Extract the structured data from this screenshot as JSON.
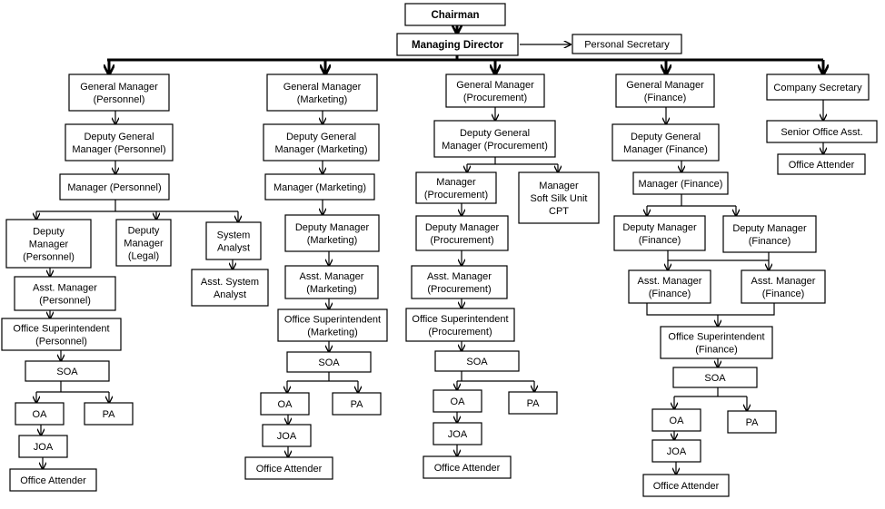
{
  "nodes": {
    "chairman": [
      "Chairman"
    ],
    "md": [
      "Managing Director"
    ],
    "ps": [
      "Personal Secretary"
    ],
    "gm_per": [
      "General Manager",
      "(Personnel)"
    ],
    "dgm_per": [
      "Deputy General",
      "Manager (Personnel)"
    ],
    "mgr_per": [
      "Manager (Personnel)"
    ],
    "dm_per": [
      "Deputy",
      "Manager",
      "(Personnel)"
    ],
    "dm_legal": [
      "Deputy",
      "Manager",
      "(Legal)"
    ],
    "sys_analyst": [
      "System",
      "Analyst"
    ],
    "asst_sys_analyst": [
      "Asst. System",
      "Analyst"
    ],
    "am_per": [
      "Asst. Manager",
      "(Personnel)"
    ],
    "os_per": [
      "Office Superintendent",
      "(Personnel)"
    ],
    "soa_per": [
      "SOA"
    ],
    "oa_per": [
      "OA"
    ],
    "pa_per": [
      "PA"
    ],
    "joa_per": [
      "JOA"
    ],
    "att_per": [
      "Office Attender"
    ],
    "gm_mkt": [
      "General Manager",
      "(Marketing)"
    ],
    "dgm_mkt": [
      "Deputy General",
      "Manager (Marketing)"
    ],
    "mgr_mkt": [
      "Manager (Marketing)"
    ],
    "dm_mkt": [
      "Deputy Manager",
      "(Marketing)"
    ],
    "am_mkt": [
      "Asst. Manager",
      "(Marketing)"
    ],
    "os_mkt": [
      "Office Superintendent",
      "(Marketing)"
    ],
    "soa_mkt": [
      "SOA"
    ],
    "oa_mkt": [
      "OA"
    ],
    "pa_mkt": [
      "PA"
    ],
    "joa_mkt": [
      "JOA"
    ],
    "att_mkt": [
      "Office Attender"
    ],
    "gm_proc": [
      "General Manager",
      "(Procurement)"
    ],
    "dgm_proc": [
      "Deputy General",
      "Manager (Procurement)"
    ],
    "mgr_proc": [
      "Manager",
      "(Procurement)"
    ],
    "mgr_silk": [
      "Manager",
      "Soft Silk Unit",
      "CPT"
    ],
    "dm_proc": [
      "Deputy Manager",
      "(Procurement)"
    ],
    "am_proc": [
      "Asst. Manager",
      "(Procurement)"
    ],
    "os_proc": [
      "Office Superintendent",
      "(Procurement)"
    ],
    "soa_proc": [
      "SOA"
    ],
    "oa_proc": [
      "OA"
    ],
    "pa_proc": [
      "PA"
    ],
    "joa_proc": [
      "JOA"
    ],
    "att_proc": [
      "Office Attender"
    ],
    "gm_fin": [
      "General Manager",
      "(Finance)"
    ],
    "dgm_fin": [
      "Deputy General",
      "Manager (Finance)"
    ],
    "mgr_fin": [
      "Manager (Finance)"
    ],
    "dm_fin1": [
      "Deputy Manager",
      "(Finance)"
    ],
    "dm_fin2": [
      "Deputy Manager",
      "(Finance)"
    ],
    "am_fin1": [
      "Asst. Manager",
      "(Finance)"
    ],
    "am_fin2": [
      "Asst. Manager",
      "(Finance)"
    ],
    "os_fin": [
      "Office Superintendent",
      "(Finance)"
    ],
    "soa_fin": [
      "SOA"
    ],
    "oa_fin": [
      "OA"
    ],
    "pa_fin": [
      "PA"
    ],
    "joa_fin": [
      "JOA"
    ],
    "att_fin": [
      "Office Attender"
    ],
    "cs": [
      "Company Secretary"
    ],
    "soa_sec": [
      "Senior Office Asst."
    ],
    "att_sec": [
      "Office Attender"
    ]
  }
}
